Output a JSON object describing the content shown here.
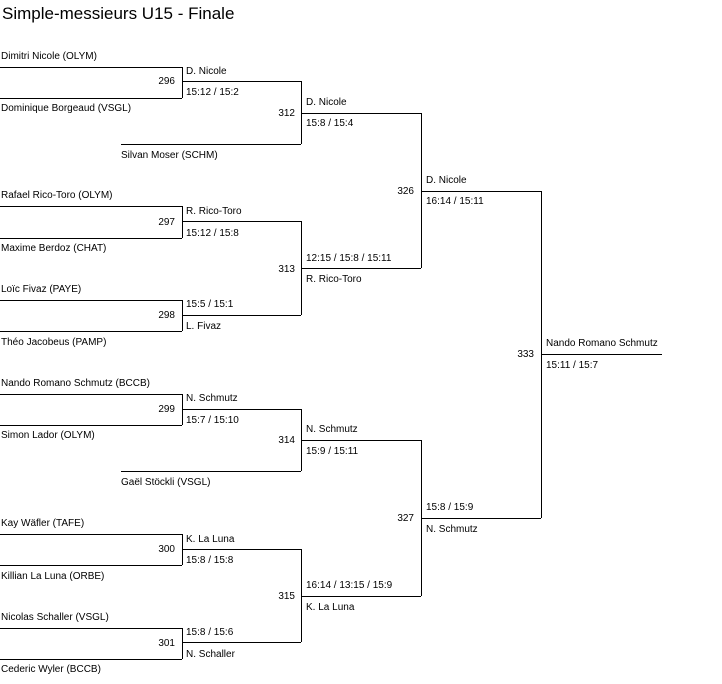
{
  "title": "Simple-messieurs U15 - Finale",
  "players": [
    "Dimitri Nicole (OLYM)",
    "Dominique Borgeaud (VSGL)",
    "Silvan Moser (SCHM)",
    "Rafael Rico-Toro (OLYM)",
    "Maxime Berdoz (CHAT)",
    "Loïc Fivaz (PAYE)",
    "Théo Jacobeus (PAMP)",
    "Nando Romano Schmutz (BCCB)",
    "Simon Lador (OLYM)",
    "Gaël Stöckli (VSGL)",
    "Kay Wäfler (TAFE)",
    "Killian La Luna (ORBE)",
    "Nicolas Schaller (VSGL)",
    "Cederic Wyler (BCCB)"
  ],
  "round1": [
    {
      "match": "296",
      "winner": "D. Nicole",
      "score": "15:12 / 15:2"
    },
    {
      "match": "297",
      "winner": "R. Rico-Toro",
      "score": "15:12 / 15:8"
    },
    {
      "match": "298",
      "winner": "L. Fivaz",
      "score": "15:5 / 15:1"
    },
    {
      "match": "299",
      "winner": "N. Schmutz",
      "score": "15:7 / 15:10"
    },
    {
      "match": "300",
      "winner": "K. La Luna",
      "score": "15:8 / 15:8"
    },
    {
      "match": "301",
      "winner": "N. Schaller",
      "score": "15:8 / 15:6"
    }
  ],
  "round2": [
    {
      "match": "312",
      "winner": "D. Nicole",
      "score": "15:8 / 15:4"
    },
    {
      "match": "313",
      "winner": "R. Rico-Toro",
      "score": "12:15 / 15:8 / 15:11"
    },
    {
      "match": "314",
      "winner": "N. Schmutz",
      "score": "15:9 / 15:11"
    },
    {
      "match": "315",
      "winner": "K. La Luna",
      "score": "16:14 / 13:15 / 15:9"
    }
  ],
  "semis": [
    {
      "match": "326",
      "winner": "D. Nicole",
      "score": "16:14 / 15:11"
    },
    {
      "match": "327",
      "winner": "N. Schmutz",
      "score": "15:8 / 15:9"
    }
  ],
  "final": {
    "match": "333",
    "winner": "Nando Romano Schmutz",
    "score": "15:11 / 15:7"
  }
}
